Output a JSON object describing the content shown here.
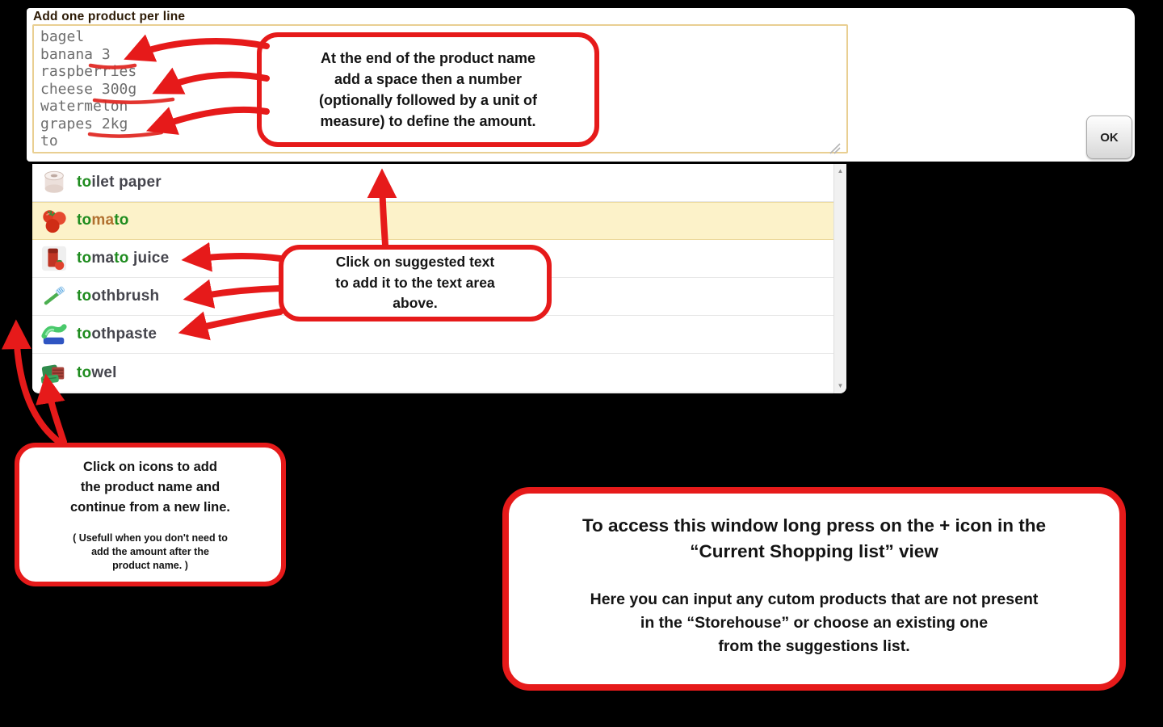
{
  "entry": {
    "label": "Add one product per line",
    "text": "bagel\nbanana 3\nraspberries\ncheese 300g\nwatermelon\ngrapes 2kg\nto",
    "ok": "OK"
  },
  "suggestions": [
    {
      "s0": "to",
      "s1": "ilet paper",
      "s2": "",
      "s3": ""
    },
    {
      "s0": "to",
      "s1": "ma",
      "s2": "to",
      "s3": ""
    },
    {
      "s0": "to",
      "s1": "ma",
      "s2": "to",
      "s3": " juice"
    },
    {
      "s0": "to",
      "s1": "othbrush",
      "s2": "",
      "s3": ""
    },
    {
      "s0": "to",
      "s1": "othpaste",
      "s2": "",
      "s3": ""
    },
    {
      "s0": "to",
      "s1": "wel",
      "s2": "",
      "s3": ""
    }
  ],
  "callouts": {
    "amount": "At the end of the product name\nadd a space then a number\n(optionally followed by a unit of\nmeasure) to define the amount.",
    "suggest": "Click on suggested text\nto add it to the text area\nabove.",
    "icons_main": "Click on icons to add\nthe product name and\ncontinue from a new line.",
    "icons_note": "( Usefull when you don't need to\nadd the amount after the\nproduct name. )",
    "access_title": "To access this window long press on the + icon in the\n“Current Shopping list” view",
    "access_body": "Here you can input any cutom products that are not present\nin the “Storehouse” or choose an existing one\nfrom the suggestions list."
  },
  "icons": {
    "scroll_up": "▲",
    "scroll_down": "▼"
  },
  "colors": {
    "annotation_red": "#e61a1a",
    "match_green": "#1f8c1f",
    "row_highlight": "#fcf2c9",
    "textarea_border": "#e9cf92"
  }
}
